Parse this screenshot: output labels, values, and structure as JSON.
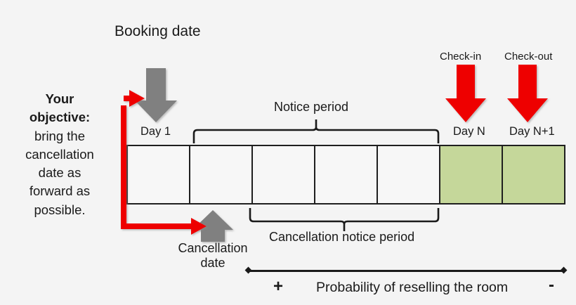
{
  "figure": {
    "background_color": "#F4F4F4",
    "objective": {
      "line1": "Your",
      "line2": "objective:",
      "line3": "bring the",
      "line4": "cancellation",
      "line5": "date as",
      "line6": "forward as",
      "line7": "possible."
    },
    "labels": {
      "booking_date": "Booking date",
      "notice_period": "Notice period",
      "cancellation_notice_period": "Cancellation notice period",
      "cancellation_date": "Cancellation date",
      "check_in": "Check-in",
      "check_out": "Check-out",
      "day_1": "Day 1",
      "day_n": "Day N",
      "day_n_plus_1": "Day N+1"
    },
    "probability_axis": {
      "plus_sign": "+",
      "minus_sign": "-",
      "caption": "Probability of reselling the room"
    },
    "timeline": {
      "cells": [
        {
          "id": "cell-1",
          "state": "plain",
          "fill": "#F7F7F7"
        },
        {
          "id": "cell-2",
          "state": "plain",
          "fill": "#F7F7F7"
        },
        {
          "id": "cell-3",
          "state": "plain",
          "fill": "#F7F7F7"
        },
        {
          "id": "cell-4",
          "state": "plain",
          "fill": "#F7F7F7"
        },
        {
          "id": "cell-5",
          "state": "plain",
          "fill": "#F7F7F7"
        },
        {
          "id": "cell-6",
          "state": "stay",
          "fill": "#C5D79A"
        },
        {
          "id": "cell-7",
          "state": "stay",
          "fill": "#C5D79A"
        }
      ]
    },
    "colors": {
      "grey_arrow": "#808080",
      "red_arrow": "#EE0000",
      "stay_green": "#C5D79A",
      "outline": "#1F1F1F"
    }
  }
}
